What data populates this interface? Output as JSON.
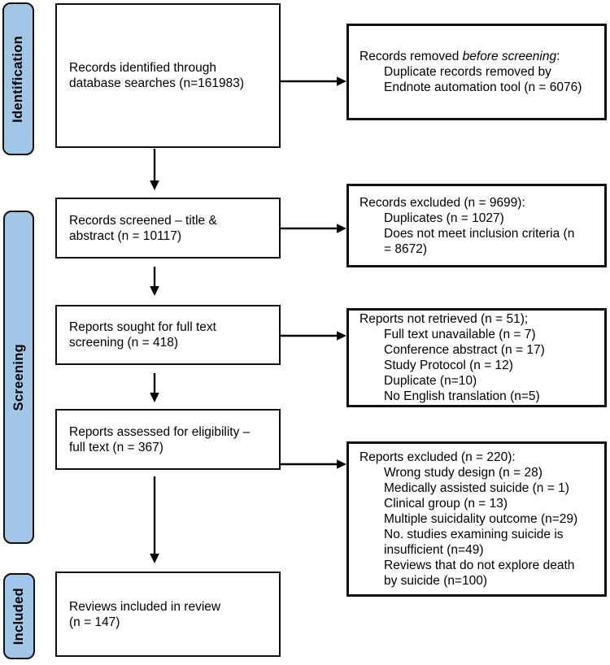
{
  "colors": {
    "stage_fill": "#a3c6e8",
    "box_border": "#111111",
    "arrow": "#000000",
    "background": "#ffffff"
  },
  "stages": [
    {
      "label": "Identification"
    },
    {
      "label": "Screening"
    },
    {
      "label": "Included"
    }
  ],
  "main_boxes": [
    {
      "lines": [
        "Records identified through",
        "database searches (n=161983)"
      ]
    },
    {
      "lines": [
        "Records screened – title &",
        "abstract (n = 10117)"
      ]
    },
    {
      "lines": [
        "Reports sought for full text",
        "screening (n = 418)"
      ]
    },
    {
      "lines": [
        "Reports assessed for eligibility –",
        "full text (n = 367)"
      ]
    },
    {
      "lines": [
        "Reviews included in review",
        "(n = 147)"
      ]
    }
  ],
  "side_boxes": [
    {
      "lines": [
        {
          "indent": 0,
          "segments": [
            {
              "text": "Records removed ",
              "italic": false
            },
            {
              "text": "before screening",
              "italic": true
            },
            {
              "text": ":",
              "italic": false
            }
          ]
        },
        {
          "indent": 1,
          "segments": [
            {
              "text": "Duplicate records removed by",
              "italic": false
            }
          ]
        },
        {
          "indent": 1,
          "segments": [
            {
              "text": "Endnote automation tool (n = 6076)",
              "italic": false
            }
          ]
        }
      ]
    },
    {
      "lines": [
        {
          "indent": 0,
          "segments": [
            {
              "text": "Records excluded (n = 9699):",
              "italic": false
            }
          ]
        },
        {
          "indent": 1,
          "segments": [
            {
              "text": "Duplicates (n = 1027)",
              "italic": false
            }
          ]
        },
        {
          "indent": 1,
          "segments": [
            {
              "text": "Does not meet inclusion criteria (n",
              "italic": false
            }
          ]
        },
        {
          "indent": 1,
          "segments": [
            {
              "text": "= 8672)",
              "italic": false
            }
          ]
        }
      ]
    },
    {
      "lines": [
        {
          "indent": 0,
          "segments": [
            {
              "text": "Reports not retrieved (n = 51);",
              "italic": false
            }
          ]
        },
        {
          "indent": 1,
          "segments": [
            {
              "text": "Full text unavailable (n = 7)",
              "italic": false
            }
          ]
        },
        {
          "indent": 1,
          "segments": [
            {
              "text": "Conference abstract (n = 17)",
              "italic": false
            }
          ]
        },
        {
          "indent": 1,
          "segments": [
            {
              "text": "Study Protocol (n = 12)",
              "italic": false
            }
          ]
        },
        {
          "indent": 1,
          "segments": [
            {
              "text": "Duplicate (n=10)",
              "italic": false
            }
          ]
        },
        {
          "indent": 1,
          "segments": [
            {
              "text": "No English translation (n=5)",
              "italic": false
            }
          ]
        }
      ]
    },
    {
      "lines": [
        {
          "indent": 0,
          "segments": [
            {
              "text": "Reports excluded (n = 220):",
              "italic": false
            }
          ]
        },
        {
          "indent": 1,
          "segments": [
            {
              "text": "Wrong study design (n = 28)",
              "italic": false
            }
          ]
        },
        {
          "indent": 1,
          "segments": [
            {
              "text": "Medically assisted suicide (n = 1)",
              "italic": false
            }
          ]
        },
        {
          "indent": 1,
          "segments": [
            {
              "text": "Clinical group (n = 13)",
              "italic": false
            }
          ]
        },
        {
          "indent": 1,
          "segments": [
            {
              "text": "Multiple suicidality outcome (n=29)",
              "italic": false
            }
          ]
        },
        {
          "indent": 1,
          "segments": [
            {
              "text": "No. studies examining suicide is",
              "italic": false
            }
          ]
        },
        {
          "indent": 1,
          "segments": [
            {
              "text": "insufficient (n=49)",
              "italic": false
            }
          ]
        },
        {
          "indent": 1,
          "segments": [
            {
              "text": "Reviews that do not explore death",
              "italic": false
            }
          ]
        },
        {
          "indent": 1,
          "segments": [
            {
              "text": "by suicide (n=100)",
              "italic": false
            }
          ]
        }
      ]
    }
  ]
}
